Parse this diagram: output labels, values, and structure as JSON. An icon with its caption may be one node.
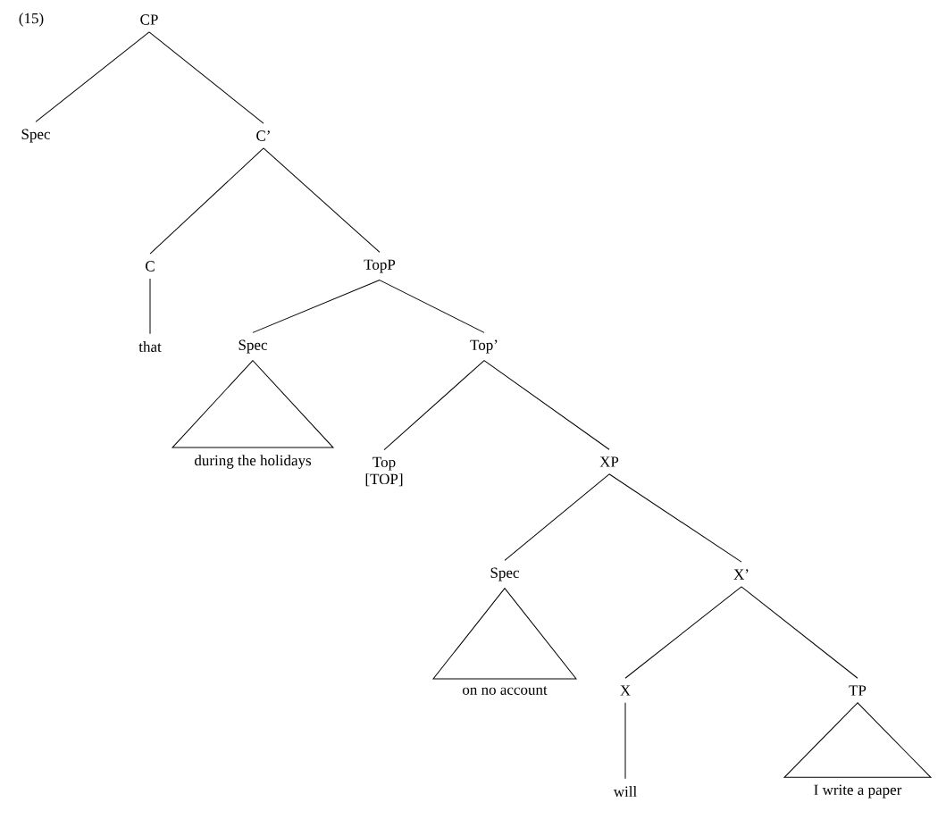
{
  "diagram": {
    "nodes": [
      {
        "text": [
          "CP"
        ]
      },
      {
        "text": [
          "Spec"
        ]
      },
      {
        "text": [
          "C’"
        ]
      },
      {
        "text": [
          "C"
        ]
      },
      {
        "text": [
          "TopP"
        ]
      },
      {
        "text": [
          "that"
        ]
      },
      {
        "text": [
          "Spec"
        ]
      },
      {
        "text": [
          "Top’"
        ]
      },
      {
        "text": [
          "during the holidays"
        ]
      },
      {
        "text": [
          "Top",
          "[TOP]"
        ]
      },
      {
        "text": [
          "XP"
        ]
      },
      {
        "text": [
          "Spec"
        ]
      },
      {
        "text": [
          "X’"
        ]
      },
      {
        "text": [
          "on no account"
        ]
      },
      {
        "text": [
          "X"
        ]
      },
      {
        "text": [
          "TP"
        ]
      },
      {
        "text": [
          "will"
        ]
      },
      {
        "text": [
          "I write a paper"
        ]
      }
    ],
    "edges": [
      {
        "from": 0,
        "to": 1,
        "arrow": "none"
      },
      {
        "from": 0,
        "to": 2,
        "arrow": "none"
      },
      {
        "from": 2,
        "to": 3,
        "arrow": "none"
      },
      {
        "from": 2,
        "to": 4,
        "arrow": "none"
      },
      {
        "from": 3,
        "to": 5,
        "arrow": "none"
      },
      {
        "from": 4,
        "to": 6,
        "arrow": "none"
      },
      {
        "from": 4,
        "to": 7,
        "arrow": "none"
      },
      {
        "from": 6,
        "to": 8,
        "arrow": "none"
      },
      {
        "from": 7,
        "to": 9,
        "arrow": "none"
      },
      {
        "from": 7,
        "to": 10,
        "arrow": "none"
      },
      {
        "from": 10,
        "to": 11,
        "arrow": "none"
      },
      {
        "from": 10,
        "to": 12,
        "arrow": "none"
      },
      {
        "from": 11,
        "to": 13,
        "arrow": "none"
      },
      {
        "from": 12,
        "to": 14,
        "arrow": "none"
      },
      {
        "from": 12,
        "to": 15,
        "arrow": "none"
      },
      {
        "from": 14,
        "to": 16,
        "arrow": "none"
      },
      {
        "from": 15,
        "to": 17,
        "arrow": "none"
      }
    ],
    "labels": [
      "(15)"
    ]
  }
}
